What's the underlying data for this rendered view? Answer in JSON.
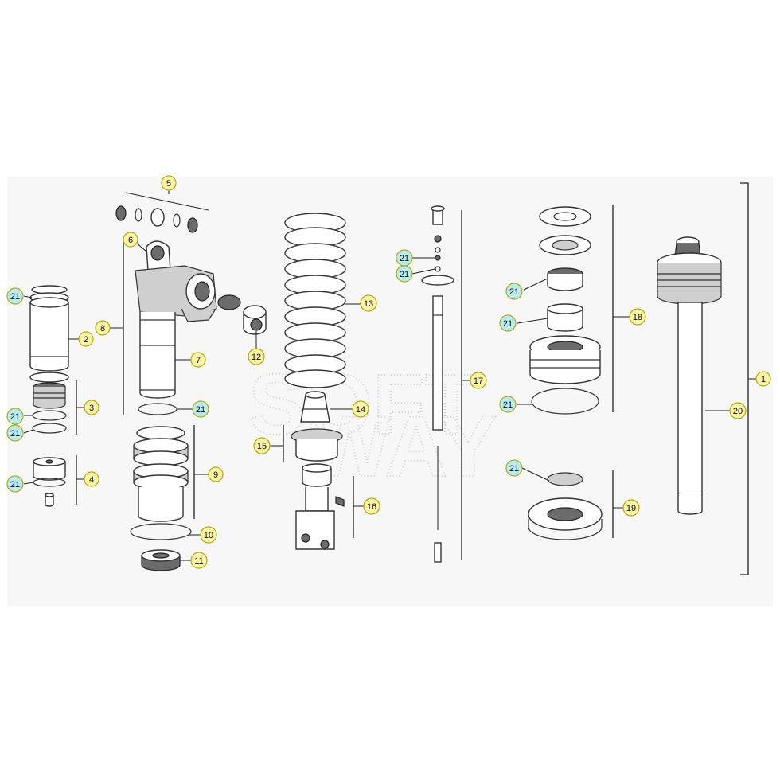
{
  "watermark": {
    "line1": "SOFT",
    "line2": "WAY"
  },
  "colors": {
    "callout_fill": "#f7f3a8",
    "callout_fill_21": "#b8ecf3",
    "callout_stroke": "#b8a800",
    "callout_stroke_21": "#2fb8c8"
  },
  "callouts": [
    {
      "id": "c1",
      "label": "1",
      "kind": "std"
    },
    {
      "id": "c2",
      "label": "2",
      "kind": "std"
    },
    {
      "id": "c3",
      "label": "3",
      "kind": "std"
    },
    {
      "id": "c4",
      "label": "4",
      "kind": "std"
    },
    {
      "id": "c5",
      "label": "5",
      "kind": "std"
    },
    {
      "id": "c6",
      "label": "6",
      "kind": "std"
    },
    {
      "id": "c7",
      "label": "7",
      "kind": "std"
    },
    {
      "id": "c8",
      "label": "8",
      "kind": "std"
    },
    {
      "id": "c9",
      "label": "9",
      "kind": "std"
    },
    {
      "id": "c10",
      "label": "10",
      "kind": "std"
    },
    {
      "id": "c11",
      "label": "11",
      "kind": "std"
    },
    {
      "id": "c12",
      "label": "12",
      "kind": "std"
    },
    {
      "id": "c13",
      "label": "13",
      "kind": "std"
    },
    {
      "id": "c14",
      "label": "14",
      "kind": "std"
    },
    {
      "id": "c15",
      "label": "15",
      "kind": "std"
    },
    {
      "id": "c16",
      "label": "16",
      "kind": "std"
    },
    {
      "id": "c17",
      "label": "17",
      "kind": "std"
    },
    {
      "id": "c18",
      "label": "18",
      "kind": "std"
    },
    {
      "id": "c19",
      "label": "19",
      "kind": "std"
    },
    {
      "id": "c20",
      "label": "20",
      "kind": "std"
    },
    {
      "id": "c21a",
      "label": "21",
      "kind": "seal"
    },
    {
      "id": "c21b",
      "label": "21",
      "kind": "seal"
    },
    {
      "id": "c21c",
      "label": "21",
      "kind": "seal"
    },
    {
      "id": "c21d",
      "label": "21",
      "kind": "seal"
    },
    {
      "id": "c21e",
      "label": "21",
      "kind": "seal"
    },
    {
      "id": "c21f",
      "label": "21",
      "kind": "seal"
    },
    {
      "id": "c21g",
      "label": "21",
      "kind": "seal"
    },
    {
      "id": "c21h",
      "label": "21",
      "kind": "seal"
    },
    {
      "id": "c21i",
      "label": "21",
      "kind": "seal"
    },
    {
      "id": "c21j",
      "label": "21",
      "kind": "seal"
    },
    {
      "id": "c21k",
      "label": "21",
      "kind": "seal"
    }
  ]
}
